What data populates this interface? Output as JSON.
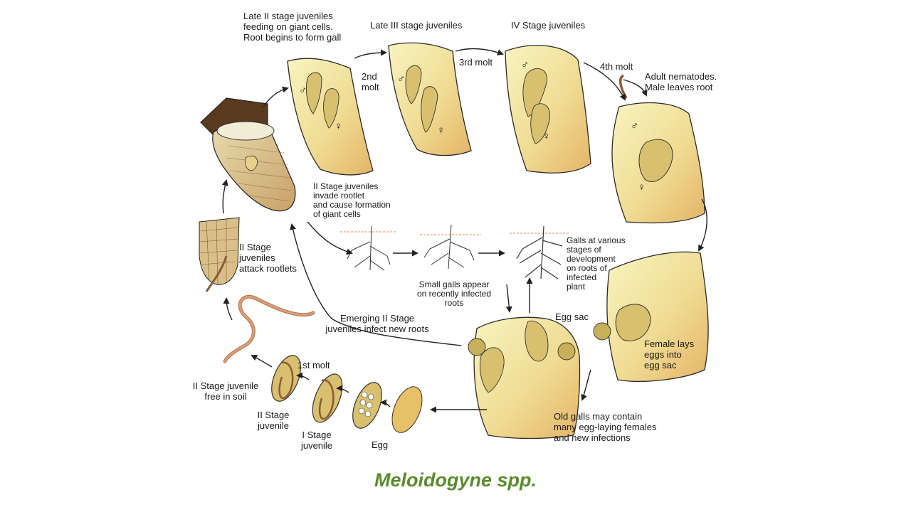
{
  "labels": {
    "late_ii": "Late II stage juveniles\nfeeding on giant cells.\nRoot begins to form gall",
    "late_iii": "Late III stage juveniles",
    "iv_stage": "IV Stage juveniles",
    "molt2": "2nd\nmolt",
    "molt3": "3rd molt",
    "molt4": "4th molt",
    "adult": "Adult nematodes.\nMale leaves root",
    "invade": "II Stage juveniles\ninvade rootlet\nand cause formation\nof giant cells",
    "attack": "II Stage\njuveniles\nattack rootlets",
    "galls_various": "Galls at various\nstages of\ndevelopment\non roots of\ninfected\nplant",
    "small_galls": "Small galls appear\non recently infected\nroots",
    "egg_sac": "Egg sac",
    "female_lays": "Female lays\neggs into\negg sac",
    "emerging": "Emerging II Stage\njuveniles infect new roots",
    "free_soil": "II Stage juvenile\nfree in soil",
    "molt1": "1st molt",
    "ii_juvenile": "II Stage\njuvenile",
    "i_juvenile": "I Stage\njuvenile",
    "egg": "Egg",
    "old_galls": "Old galls may contain\nmany egg-laying females\nand new infections"
  },
  "symbols": {
    "male": "♂",
    "female": "♀"
  },
  "caption": "Meloidogyne spp.",
  "colors": {
    "caption": "#5b8a2e",
    "tissue_light": "#f6f3b8",
    "tissue_mid": "#eed98e",
    "tissue_dark": "#e6b86a",
    "outline": "#2a2a2a",
    "worm": "#c98c64",
    "soil": "#e8a27a"
  }
}
